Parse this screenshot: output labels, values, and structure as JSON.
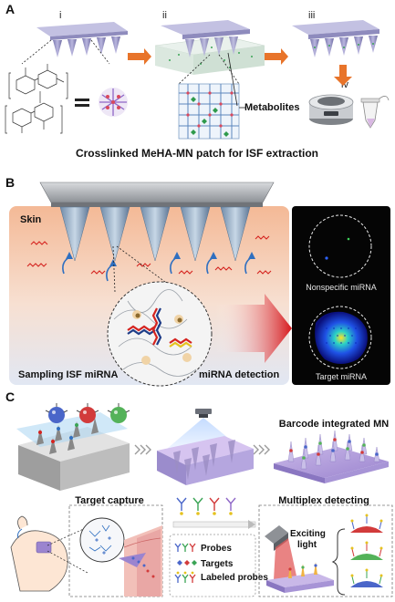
{
  "panel_a": {
    "letter": "A",
    "steps": [
      "i",
      "ii",
      "iii",
      "iv"
    ],
    "metabolites_label": "Metabolites",
    "caption": "Crosslinked MeHA-MN patch for ISF extraction"
  },
  "panel_b": {
    "letter": "B",
    "skin_label": "Skin",
    "sampling_label": "Sampling ISF miRNA",
    "detection_label": "miRNA detection",
    "nonspecific_label": "Nonspecific miRNA",
    "target_label": "Target miRNA"
  },
  "panel_c": {
    "letter": "C",
    "barcode_title": "Barcode integrated MN",
    "capture_title": "Target capture",
    "multiplex_title": "Multiplex detecting",
    "legend_probes": "Probes",
    "legend_targets": "Targets",
    "legend_labeled": "Labeled probes",
    "light_label_1": "Exciting",
    "light_label_2": "light"
  },
  "colors": {
    "panel_letter": "#111111",
    "arrow_orange": "#e8742a",
    "skin_top": "#f3c2a2",
    "skin_bottom": "#dfe6f2",
    "dark_panel": "#050505",
    "microneedle_purple": "#9a97c8"
  }
}
